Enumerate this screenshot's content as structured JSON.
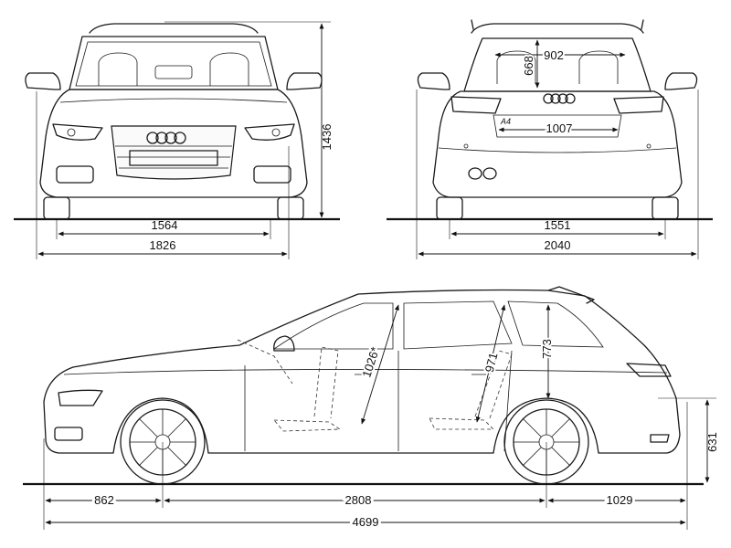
{
  "dimensions": {
    "front_height": "1436",
    "front_track": "1564",
    "front_width": "1826",
    "rear_glass_width": "902",
    "rear_glass_height": "668",
    "rear_load_width": "1007",
    "rear_track": "1551",
    "rear_width_mirrors": "2040",
    "front_headroom": "1026*",
    "rear_headroom": "971",
    "cargo_height": "773",
    "ground_to_bumper": "631",
    "front_overhang": "862",
    "wheelbase": "2808",
    "rear_overhang": "1029",
    "overall_length": "4699"
  },
  "badge": "A4"
}
